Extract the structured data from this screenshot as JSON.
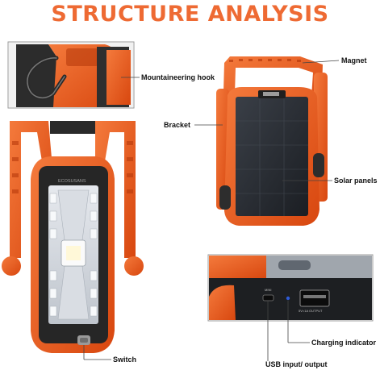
{
  "title": "STRUCTURE ANALYSIS",
  "brand_text": "ECOSUSANS",
  "labels": {
    "mountaineering_hook": "Mountaineering hook",
    "magnet": "Magnet",
    "bracket": "Bracket",
    "solar_panels": "Solar panels",
    "charging_indicator": "Charging indicator",
    "switch": "Switch",
    "usb_input_output": "USB input/ output"
  },
  "port_labels": {
    "micro": "MINI",
    "usb_a": "5V=1A OUTPUT"
  },
  "colors": {
    "title": "#ee6a33",
    "housing_orange": "#e8531b",
    "housing_dark": "#2a2a2a",
    "leader_line": "#444444"
  }
}
